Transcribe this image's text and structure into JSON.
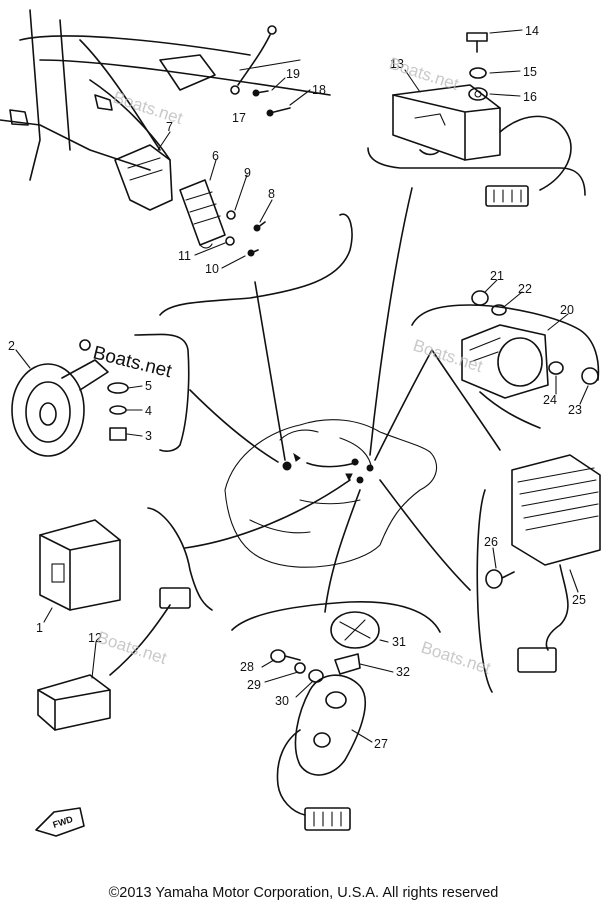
{
  "diagram": {
    "part_labels": [
      "1",
      "2",
      "3",
      "4",
      "5",
      "6",
      "7",
      "8",
      "9",
      "10",
      "11",
      "12",
      "13",
      "14",
      "15",
      "16",
      "17",
      "18",
      "19",
      "20",
      "21",
      "22",
      "23",
      "24",
      "25",
      "26",
      "27",
      "28",
      "29",
      "30",
      "31",
      "32"
    ],
    "watermark": "Boats.net",
    "fwd_label": "FWD",
    "copyright": "©2013 Yamaha Motor Corporation, U.S.A. All rights reserved"
  }
}
